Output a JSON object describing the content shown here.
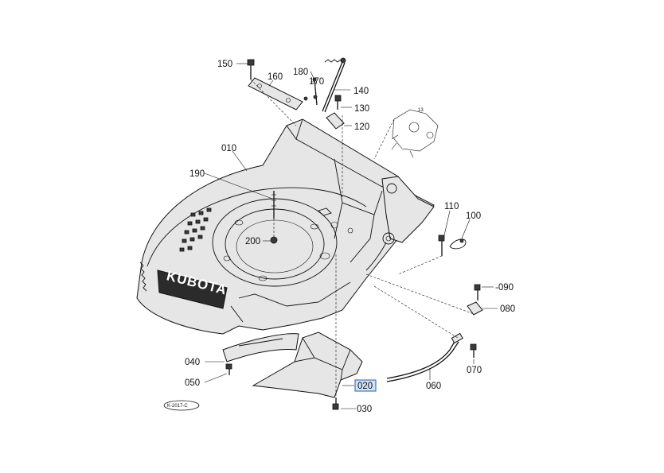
{
  "parts": {
    "p150": "150",
    "p160": "160",
    "p180": "180",
    "p170": "170",
    "p140": "140",
    "p130": "130",
    "p120": "120",
    "p010": "010",
    "p190": "190",
    "p200": "200",
    "p110": "110",
    "p100": "100",
    "p090": "-090",
    "p080": "080",
    "p070": "070",
    "p060": "060",
    "p040": "040",
    "p050": "050",
    "p020": "020",
    "p030": "030"
  },
  "brand": "KUBOTA",
  "drawing_code": "K-2017-C",
  "highlighted_part": "020",
  "highlight_color": "#cfe3f7"
}
